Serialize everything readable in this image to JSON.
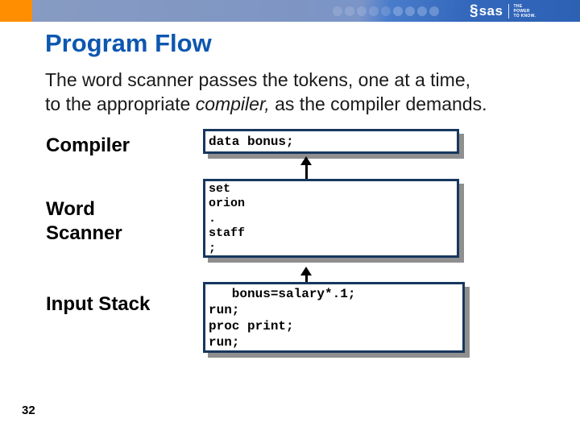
{
  "header": {
    "sas_symbol": "§",
    "sas_wordmark": "sas",
    "tagline": "THE\nPOWER\nTO KNOW.",
    "colors": {
      "accent_orange": "#FF8E00",
      "bar_blue_left": "#7E95C4",
      "bar_blue_right": "#2C61B4"
    }
  },
  "slide": {
    "title": "Program Flow",
    "body_line1": "The word scanner passes the tokens, one at a time,",
    "body_line2_pre": "to the appropriate ",
    "body_line2_italic": "compiler,",
    "body_line2_post": " as the compiler demands.",
    "page_number": "32"
  },
  "diagram": {
    "labels": {
      "compiler": "Compiler",
      "word_scanner": "Word\nScanner",
      "input_stack": "Input Stack"
    },
    "boxes": {
      "compiler_code": "data bonus;",
      "word_scanner_code": "set\norion\n.\nstaff\n;",
      "input_stack_code": "   bonus=salary*.1;\nrun;\nproc print;\nrun;"
    },
    "colors": {
      "title_blue": "#0D57B0",
      "box_border": "#17375E",
      "box_shadow": "#8F8F8F",
      "arrow": "#000000"
    }
  }
}
